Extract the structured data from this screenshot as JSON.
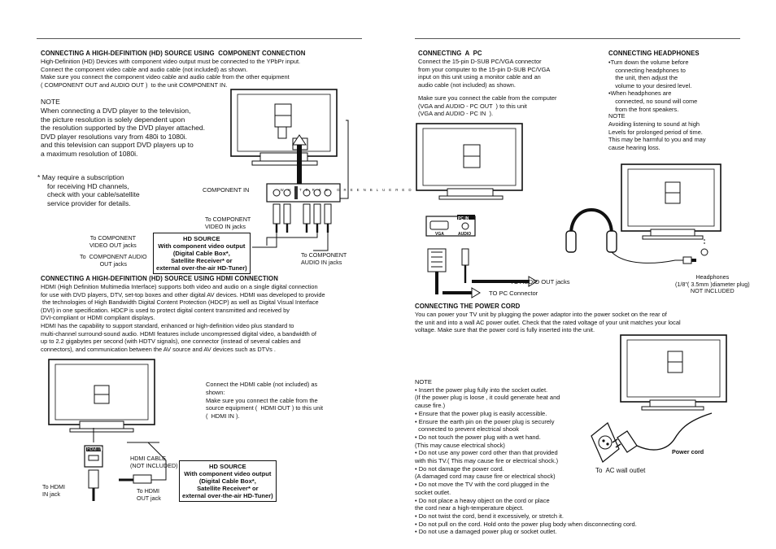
{
  "left": {
    "comp_heading": "CONNECTING A HIGH-DEFINITION (HD) SOURCE USING  COMPONENT CONNECTION",
    "comp_body": "High-Definition (HD) Devices with component video output must be connected to the YPbPr input.\nConnect the component video cable and audio cable (not included) as shown.\nMake sure you connect the component video cable and audio cable from the other equipment\n( COMPONENT OUT and AUDIO OUT )  to the unit COMPONENT IN.",
    "note_title": "NOTE",
    "note_body": "When connecting a DVD player to the television,\nthe picture resolution is solely dependent upon\nthe resolution supported by the DVD player attached.\nDVD player resolutions vary from 480i to 1080i.\nand this television can support DVD players up to\na maximum resolution of 1080i.",
    "subscription": "* May require a subscription\n     for receiving HD channels,\n     check with your cable/satellite\n     service provider for details.",
    "component_in": "COMPONENT IN",
    "panel_labels": [
      "WHITE",
      "RED",
      "GREEN",
      "BLUE",
      "RED"
    ],
    "to_comp_video_in": "To COMPONENT\nVIDEO IN jacks",
    "to_comp_video_out": "To COMPONENT\nVIDEO OUT jacks",
    "to_comp_audio_out": "To  COMPONENT AUDIO\nOUT jacks",
    "to_comp_audio_in": "To COMPONENT\nAUDIO IN jacks",
    "hd_box_1": "HD SOURCE\nWith component video output\n(Digital Cable Box*,\nSatellite Receiver* or\nexternal over-the-air HD-Tuner)",
    "hdmi_heading": "CONNECTING A HIGH-DEFINITION (HD) SOURCE USING HDMI CONNECTION",
    "hdmi_body": "HDMI (High Definition Multimedia Interface) supports both video and audio on a single digital connection\nfor use with DVD players, DTV, set-top boxes and other digital AV devices. HDMI was developed to provide\n the technologies of High Bandwidth Digital Content Protection (HDCP) as well as Digital Visual Interface\n(DVI) in one specification. HDCP is used to protect digital content transmitted and received by\nDVI-compliant or HDMI compliant displays.\nHDMI has the capability to support standard, enhanced or high-definition video plus standard to\nmulti-channel surround-sound audio. HDMI features include uncompressed digital video, a bandwidth of\nup to 2.2 gigabytes per second (with HDTV signals), one connector (instead of several cables and\nconnectors), and communication between the AV source and AV devices such as DTVs .",
    "hdmi_connect": "Connect the HDMI cable (not included) as\nshown:\nMake sure you connect the cable from the\nsource equipment (  HDMI OUT ) to this unit\n(  HDMI IN ).",
    "hdmi_in_label": "HDMI IN",
    "hdmi_cable": "HDMI CABLE\n(NOT INCLUDED)",
    "to_hdmi_in": "To HDMI\nIN jack",
    "to_hdmi_out": "To HDMI\nOUT jack",
    "hd_box_2": "HD SOURCE\nWith component video output\n(Digital Cable Box*,\nSatellite Receiver* or\nexternal over-the-air HD-Tuner)"
  },
  "right": {
    "pc_heading": "CONNECTING  A  PC",
    "pc_body": "Connect the 15-pin D-SUB PC/VGA connector\nfrom your computer to the 15-pin D-SUB PC/VGA\ninput on this unit using a monitor cable and an\naudio cable (not included) as shown.",
    "pc_make_sure": "Make sure you connect the cable from the computer\n(VGA and AUDIO - PC OUT  ) to this unit\n(VGA and AUDIO - PC IN  ).",
    "pc_in_label": "PC IN",
    "vga_label": "VGA",
    "audio_label": "AUDIO",
    "to_audio_out": "TO AUDIO OUT jacks",
    "to_pc_connector": "TO PC Connector",
    "hp_heading": "CONNECTING HEADPHONES",
    "hp_body": "•Turn down the volume before\n    connecting headphones to\n    the unit, then adjust the\n    volume to your desired level.\n•When headphones are\n    connected, no sound will come\n    from the front speakers.",
    "hp_note_title": "NOTE",
    "hp_note_body": "Avoiding listening to sound at high\nLevels for prolonged period of time.\nThis may be harmful to you and may\ncause hearing loss.",
    "headphones_label": "Headphones\n(1/8\"( 3.5mm )diameter plug)\nNOT INCLUDED",
    "power_heading": "CONNECTING THE POWER CORD",
    "power_body": "You can power your TV unit by plugging the power adaptor into the power socket on the rear of\nthe unit and into a wall AC power outlet. Check that the rated voltage of your unit matches your local\nvoltage. Make sure that the power cord is fully inserted into the unit.",
    "power_note": "NOTE\n• Insert the power plug fully into the socket outlet.\n(If the power plug is loose , it could generate heat and\ncause fire.)\n• Ensure that the power plug is easily accessible.\n• Ensure the earth pin on the power plug is securely\n  connected to prevent electrical shook\n• Do not touch the power plug with a wet hand.\n(This may cause electrical shock)\n• Do not use any power cord other than that provided\nwith this TV.( This may cause fire or electrical shock.)\n• Do not damage the power cord.\n(A damaged cord may cause fire or electrical shock)\n• Do not move the TV with the cord plugged in the\nsocket outlet.\n• Do not place a heavy object on the cord or place\nthe cord near a high-temperature object.\n• Do not twist the cord, bend it excessively, or stretch it.\n• Do not pull on the cord. Hold onto the power plug body when disconnecting cord.\n• Do not use a damaged power plug or socket outlet.",
    "power_cord_label": "Power cord",
    "ac_outlet_label": "To  AC wall outlet"
  }
}
